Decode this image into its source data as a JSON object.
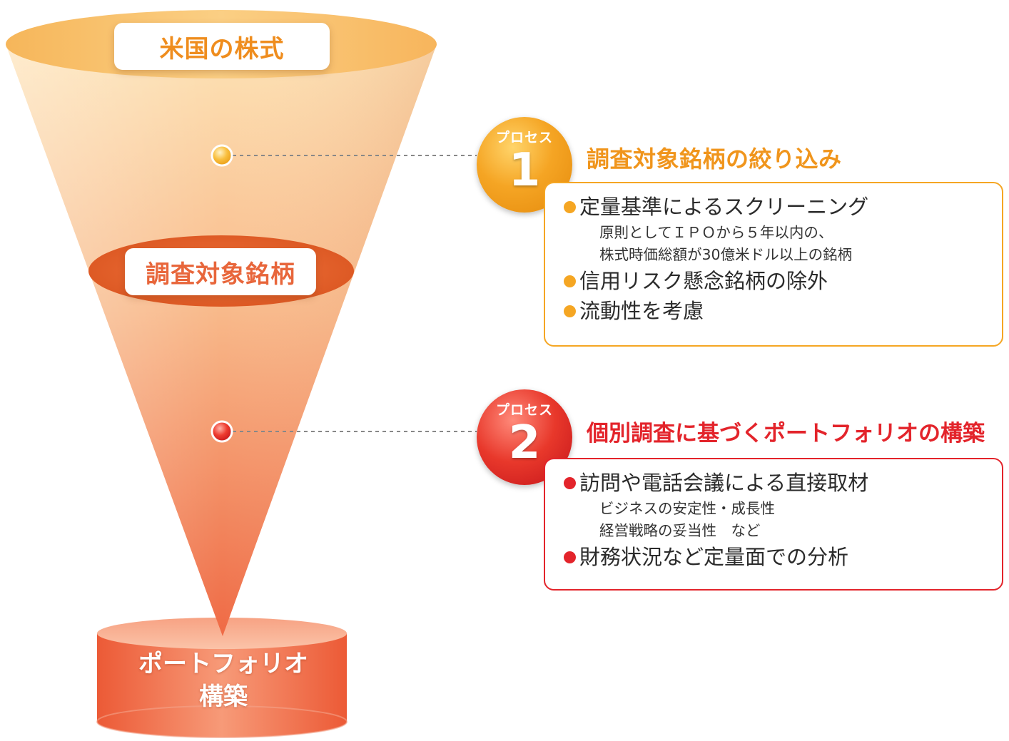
{
  "funnel": {
    "top_label": "米国の株式",
    "middle_label": "調査対象銘柄",
    "base_label_line1": "ポートフォリオ",
    "base_label_line2": "構築"
  },
  "processes": [
    {
      "tag": "プロセス",
      "number": "1",
      "title": "調査対象銘柄の絞り込み",
      "accent_color": "#f5a623",
      "bullets": [
        {
          "text": "定量基準によるスクリーニング",
          "sub": [
            "原則としてＩＰＯから５年以内の、",
            "株式時価総額が30億米ドル以上の銘柄"
          ]
        },
        {
          "text": "信用リスク懸念銘柄の除外"
        },
        {
          "text": "流動性を考慮"
        }
      ]
    },
    {
      "tag": "プロセス",
      "number": "2",
      "title": "個別調査に基づくポートフォリオの構築",
      "accent_color": "#e3242b",
      "bullets": [
        {
          "text": "訪問や電話会議による直接取材",
          "sub": [
            "ビジネスの安定性・成長性",
            "経営戦略の妥当性　など"
          ]
        },
        {
          "text": "財務状況など定量面での分析"
        }
      ]
    }
  ]
}
